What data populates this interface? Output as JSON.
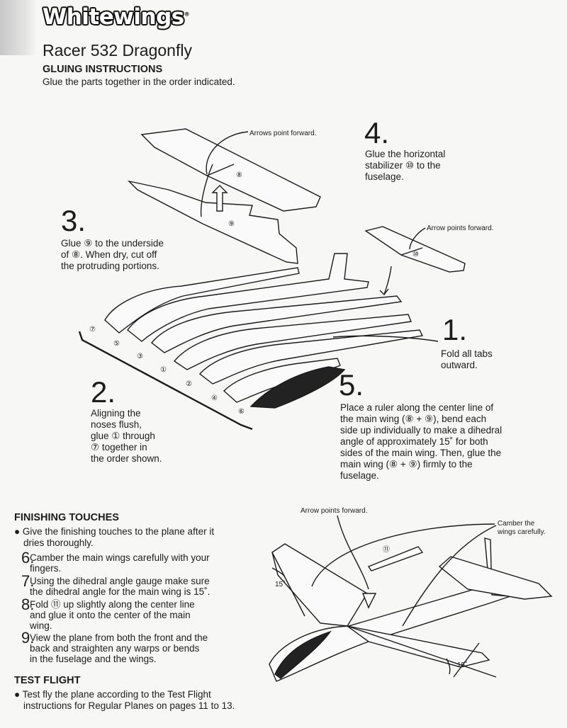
{
  "header": {
    "brand": "Whitewings",
    "reg": "®",
    "title": "Racer 532 Dragonfly"
  },
  "gluing": {
    "heading": "GLUING INSTRUCTIONS",
    "intro": "Glue the parts together in the order indicated.",
    "step4": {
      "num": "4.",
      "lines": [
        "Glue the horizontal",
        "stabilizer ⑩ to the",
        "fuselage."
      ]
    },
    "step3": {
      "num": "3.",
      "lines": [
        "Glue ⑨ to the underside",
        "of ⑧. When dry, cut off",
        "the protruding portions."
      ]
    },
    "step1": {
      "num": "1.",
      "lines": [
        "Fold all tabs",
        "outward."
      ]
    },
    "step2": {
      "num": "2.",
      "lines": [
        "Aligning the",
        "noses flush,",
        "glue ① through",
        "⑦ together in",
        "the order shown."
      ]
    },
    "step5": {
      "num": "5.",
      "lines": [
        "Place a ruler along the center line of",
        "the main wing (⑧ + ⑨), bend each",
        "side up individually to make a dihedral",
        "angle of approximately 15˚ for both",
        "sides of the main wing. Then, glue the",
        "main wing (⑧ + ⑨) firmly to the",
        "fuselage."
      ]
    },
    "labels": {
      "arrows_forward": "Arrows point forward.",
      "arrow_forward": "Arrow points forward.",
      "part8": "⑧",
      "part9": "⑨",
      "part10": "⑩",
      "stack": [
        "⑦",
        "⑤",
        "③",
        "①",
        "②",
        "④",
        "⑥"
      ]
    }
  },
  "finishing": {
    "heading": "FINISHING TOUCHES",
    "bullet": "● Give the finishing touches to the plane after it",
    "bullet2": "dries thoroughly.",
    "items": [
      {
        "n": "6.",
        "lines": [
          "Camber the main wings carefully with your",
          "fingers."
        ]
      },
      {
        "n": "7.",
        "lines": [
          "Using the dihedral angle gauge make sure",
          "the dihedral angle for the main wing is 15˚."
        ]
      },
      {
        "n": "8.",
        "lines": [
          "Fold ⑪ up slightly along the center line",
          "and glue it onto the center of the main",
          "wing."
        ]
      },
      {
        "n": "9.",
        "lines": [
          "View the plane from both the front and the",
          "back and straighten any warps or bends",
          "in the fuselage and the wings."
        ]
      }
    ],
    "labels": {
      "arrow_forward": "Arrow points forward.",
      "camber1": "Camber the",
      "camber2": "wings carefully.",
      "part11": "⑪",
      "angle1": "15˚",
      "angle2": "15˚"
    }
  },
  "test": {
    "heading": "TEST FLIGHT",
    "line1": "● Test fly the plane according to the Test Flight",
    "line2": "instructions for Regular Planes on pages 11 to 13."
  }
}
